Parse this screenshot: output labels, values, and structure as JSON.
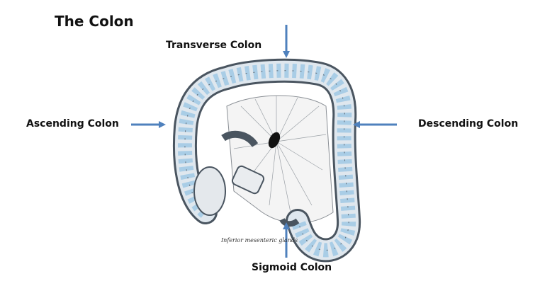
{
  "title": "The Colon",
  "labels": {
    "transverse": "Transverse Colon",
    "ascending": "Ascending Colon",
    "descending": "Descending Colon",
    "sigmoid": "Sigmoid Colon"
  },
  "illustration": {
    "caption": "Inferior mesenteric glands",
    "description_icon": "colon-anatomy-illustration"
  },
  "colors": {
    "arrow": "#4f81bd",
    "colon_outline": "#4a5560",
    "haustra_highlight": "#a9cde6",
    "mesentery": "#8a8f95"
  }
}
